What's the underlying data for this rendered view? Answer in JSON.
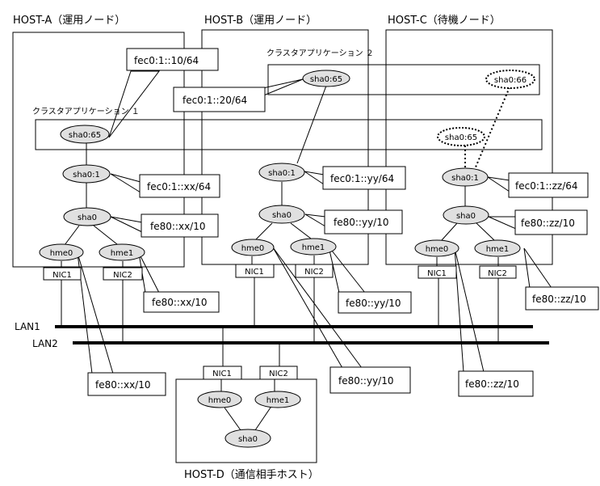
{
  "hosts": {
    "a": {
      "title": "HOST-A（運用ノード）"
    },
    "b": {
      "title": "HOST-B（運用ノード）"
    },
    "c": {
      "title": "HOST-C（待機ノード）"
    },
    "d": {
      "title": "HOST-D（通信相手ホスト）"
    }
  },
  "clusters": {
    "app1": {
      "label": "クラスタアプリケーション １"
    },
    "app2": {
      "label": "クラスタアプリケーション ２"
    }
  },
  "lans": {
    "lan1": "LAN1",
    "lan2": "LAN2"
  },
  "interfaces": {
    "sha0_65": "sha0:65",
    "sha0_66": "sha0:66",
    "sha0_1": "sha0:1",
    "sha0": "sha0",
    "hme0": "hme0",
    "hme1": "hme1",
    "nic1": "NIC1",
    "nic2": "NIC2"
  },
  "addresses": {
    "a_vip": "fec0:1::10/64",
    "b_vip": "fec0:1::20/64",
    "a_sha01": "fec0:1::xx/64",
    "b_sha01": "fec0:1::yy/64",
    "c_sha01": "fec0:1::zz/64",
    "a_sha0": "fe80::xx/10",
    "b_sha0": "fe80::yy/10",
    "c_sha0": "fe80::zz/10",
    "a_hme1": "fe80::xx/10",
    "b_hme1": "fe80::yy/10",
    "c_hme1": "fe80::zz/10",
    "a_hme0": "fe80::xx/10",
    "b_hme0": "fe80::yy/10",
    "c_hme0": "fe80::zz/10"
  },
  "colors": {
    "node_fill": "#e0e0e0",
    "line": "#000000",
    "background": "#ffffff"
  }
}
